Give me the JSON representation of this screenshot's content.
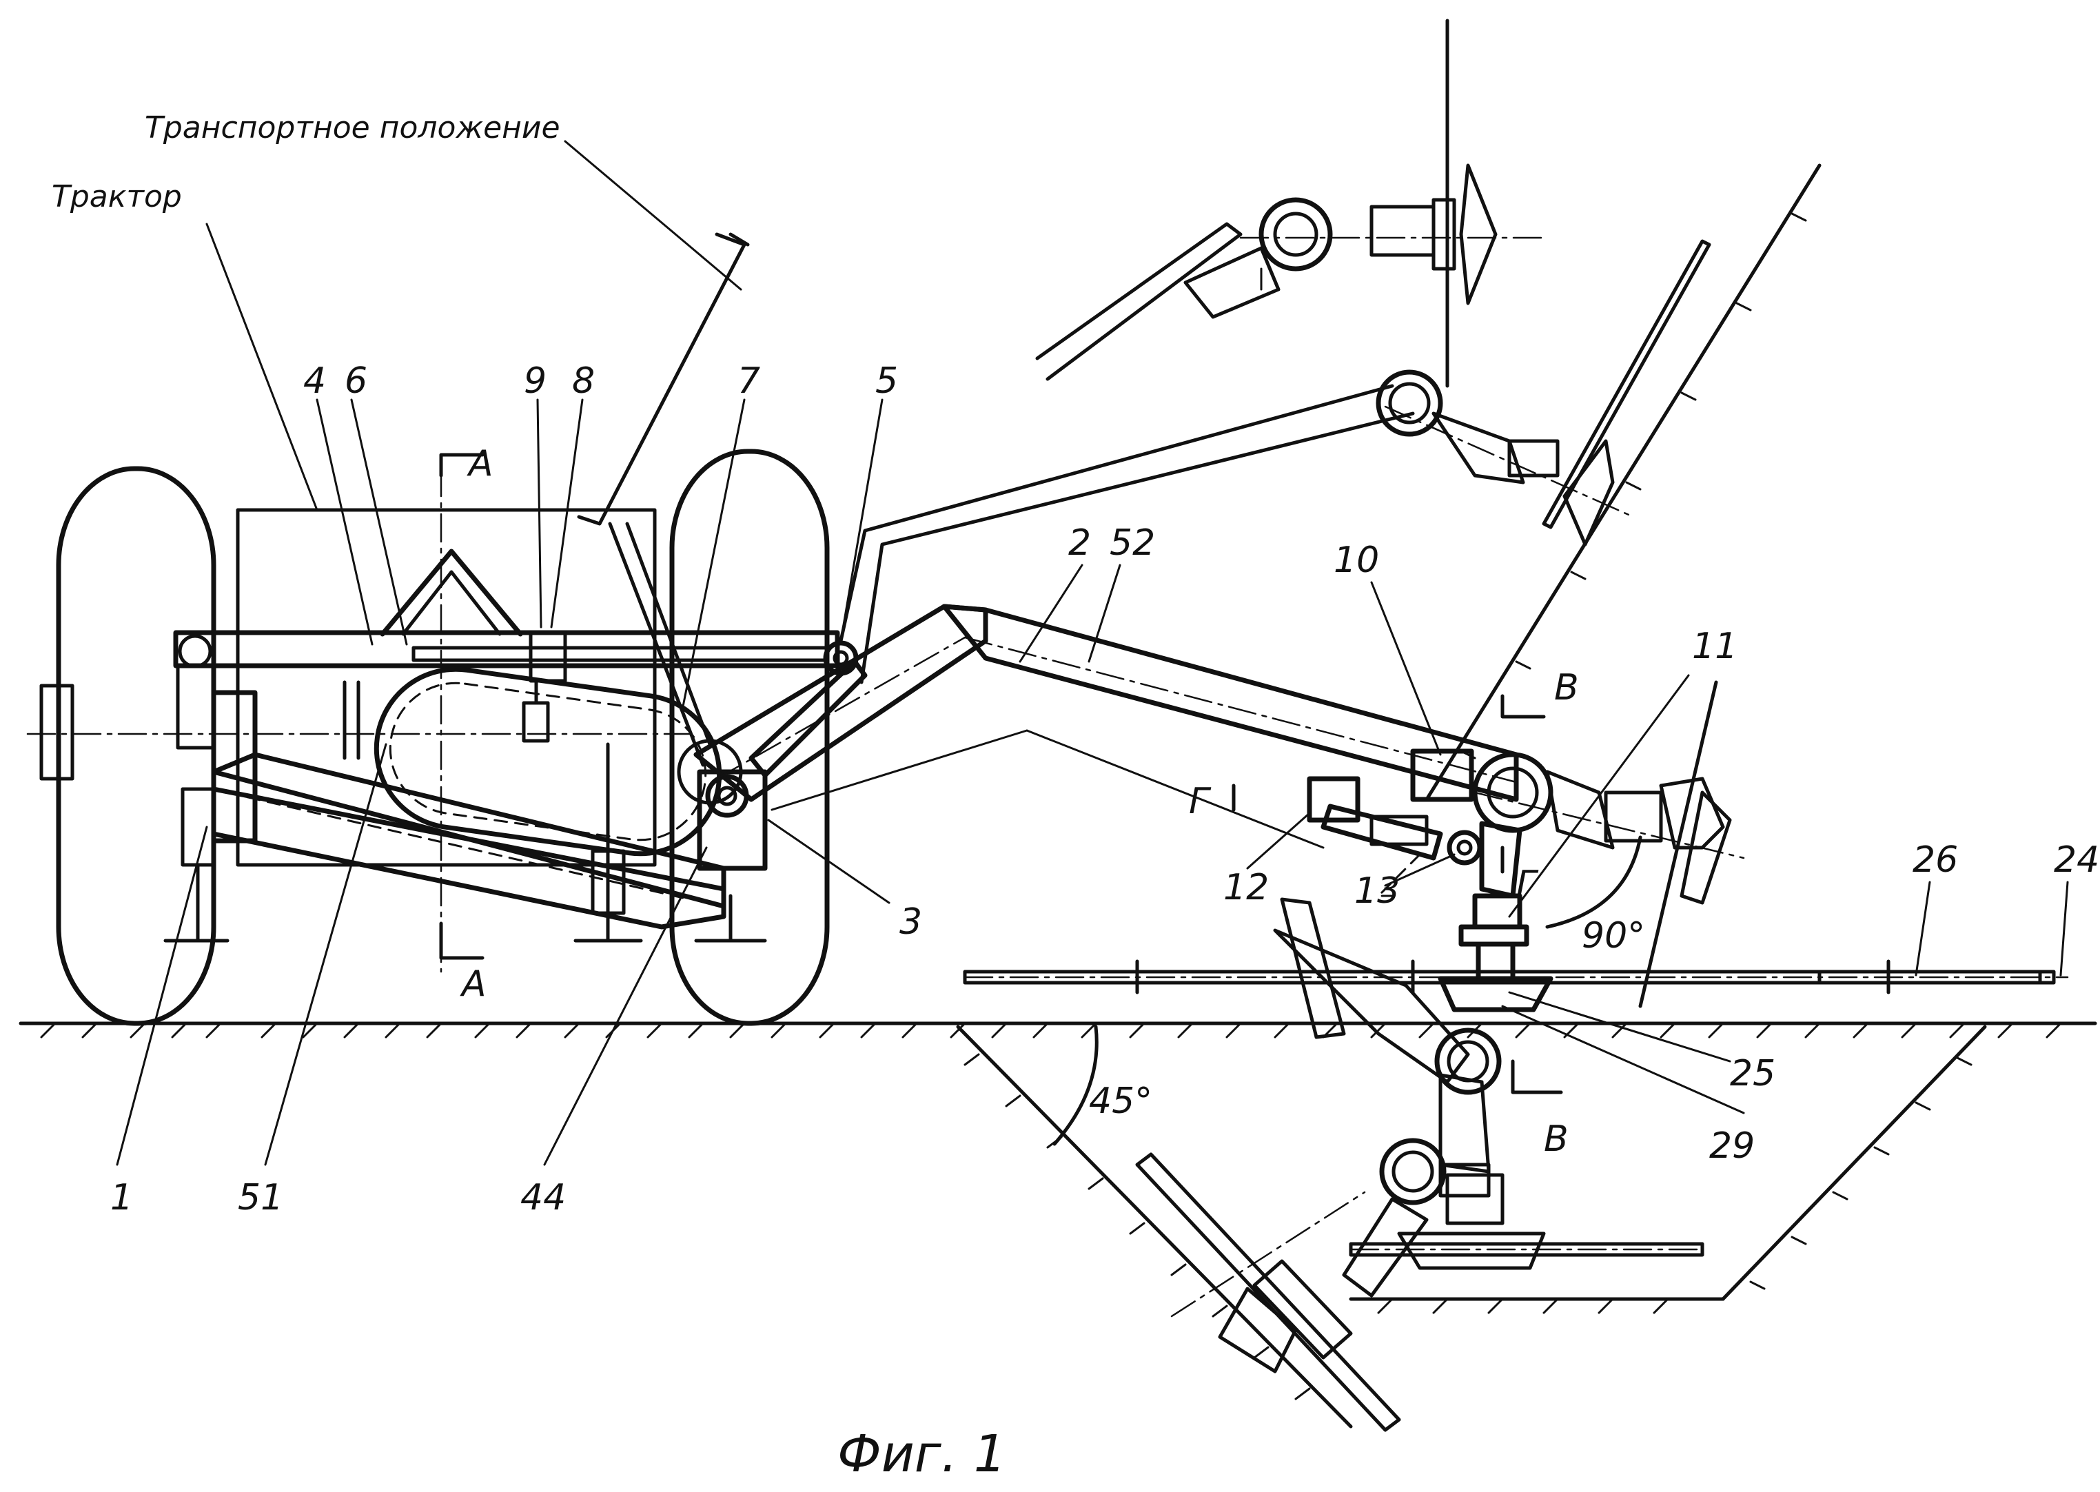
{
  "captions": {
    "transport": "Транспортное положение",
    "tractor": "Трактор",
    "figure": "Фиг. 1"
  },
  "section_marks": {
    "a_top": "A",
    "a_bottom": "A",
    "v_top": "B",
    "v_bottom": "B",
    "g_left": "Г",
    "g_right": "Г"
  },
  "angles": {
    "a45": "45°",
    "a90": "90°"
  },
  "part_numbers": {
    "p1": "1",
    "p2": "2",
    "p3": "3",
    "p4": "4",
    "p5": "5",
    "p6": "6",
    "p7": "7",
    "p8": "8",
    "p9": "9",
    "p10": "10",
    "p11": "11",
    "p12": "12",
    "p13": "13",
    "p24": "24",
    "p25": "25",
    "p26": "26",
    "p29": "29",
    "p44": "44",
    "p51": "51",
    "p52": "52"
  }
}
